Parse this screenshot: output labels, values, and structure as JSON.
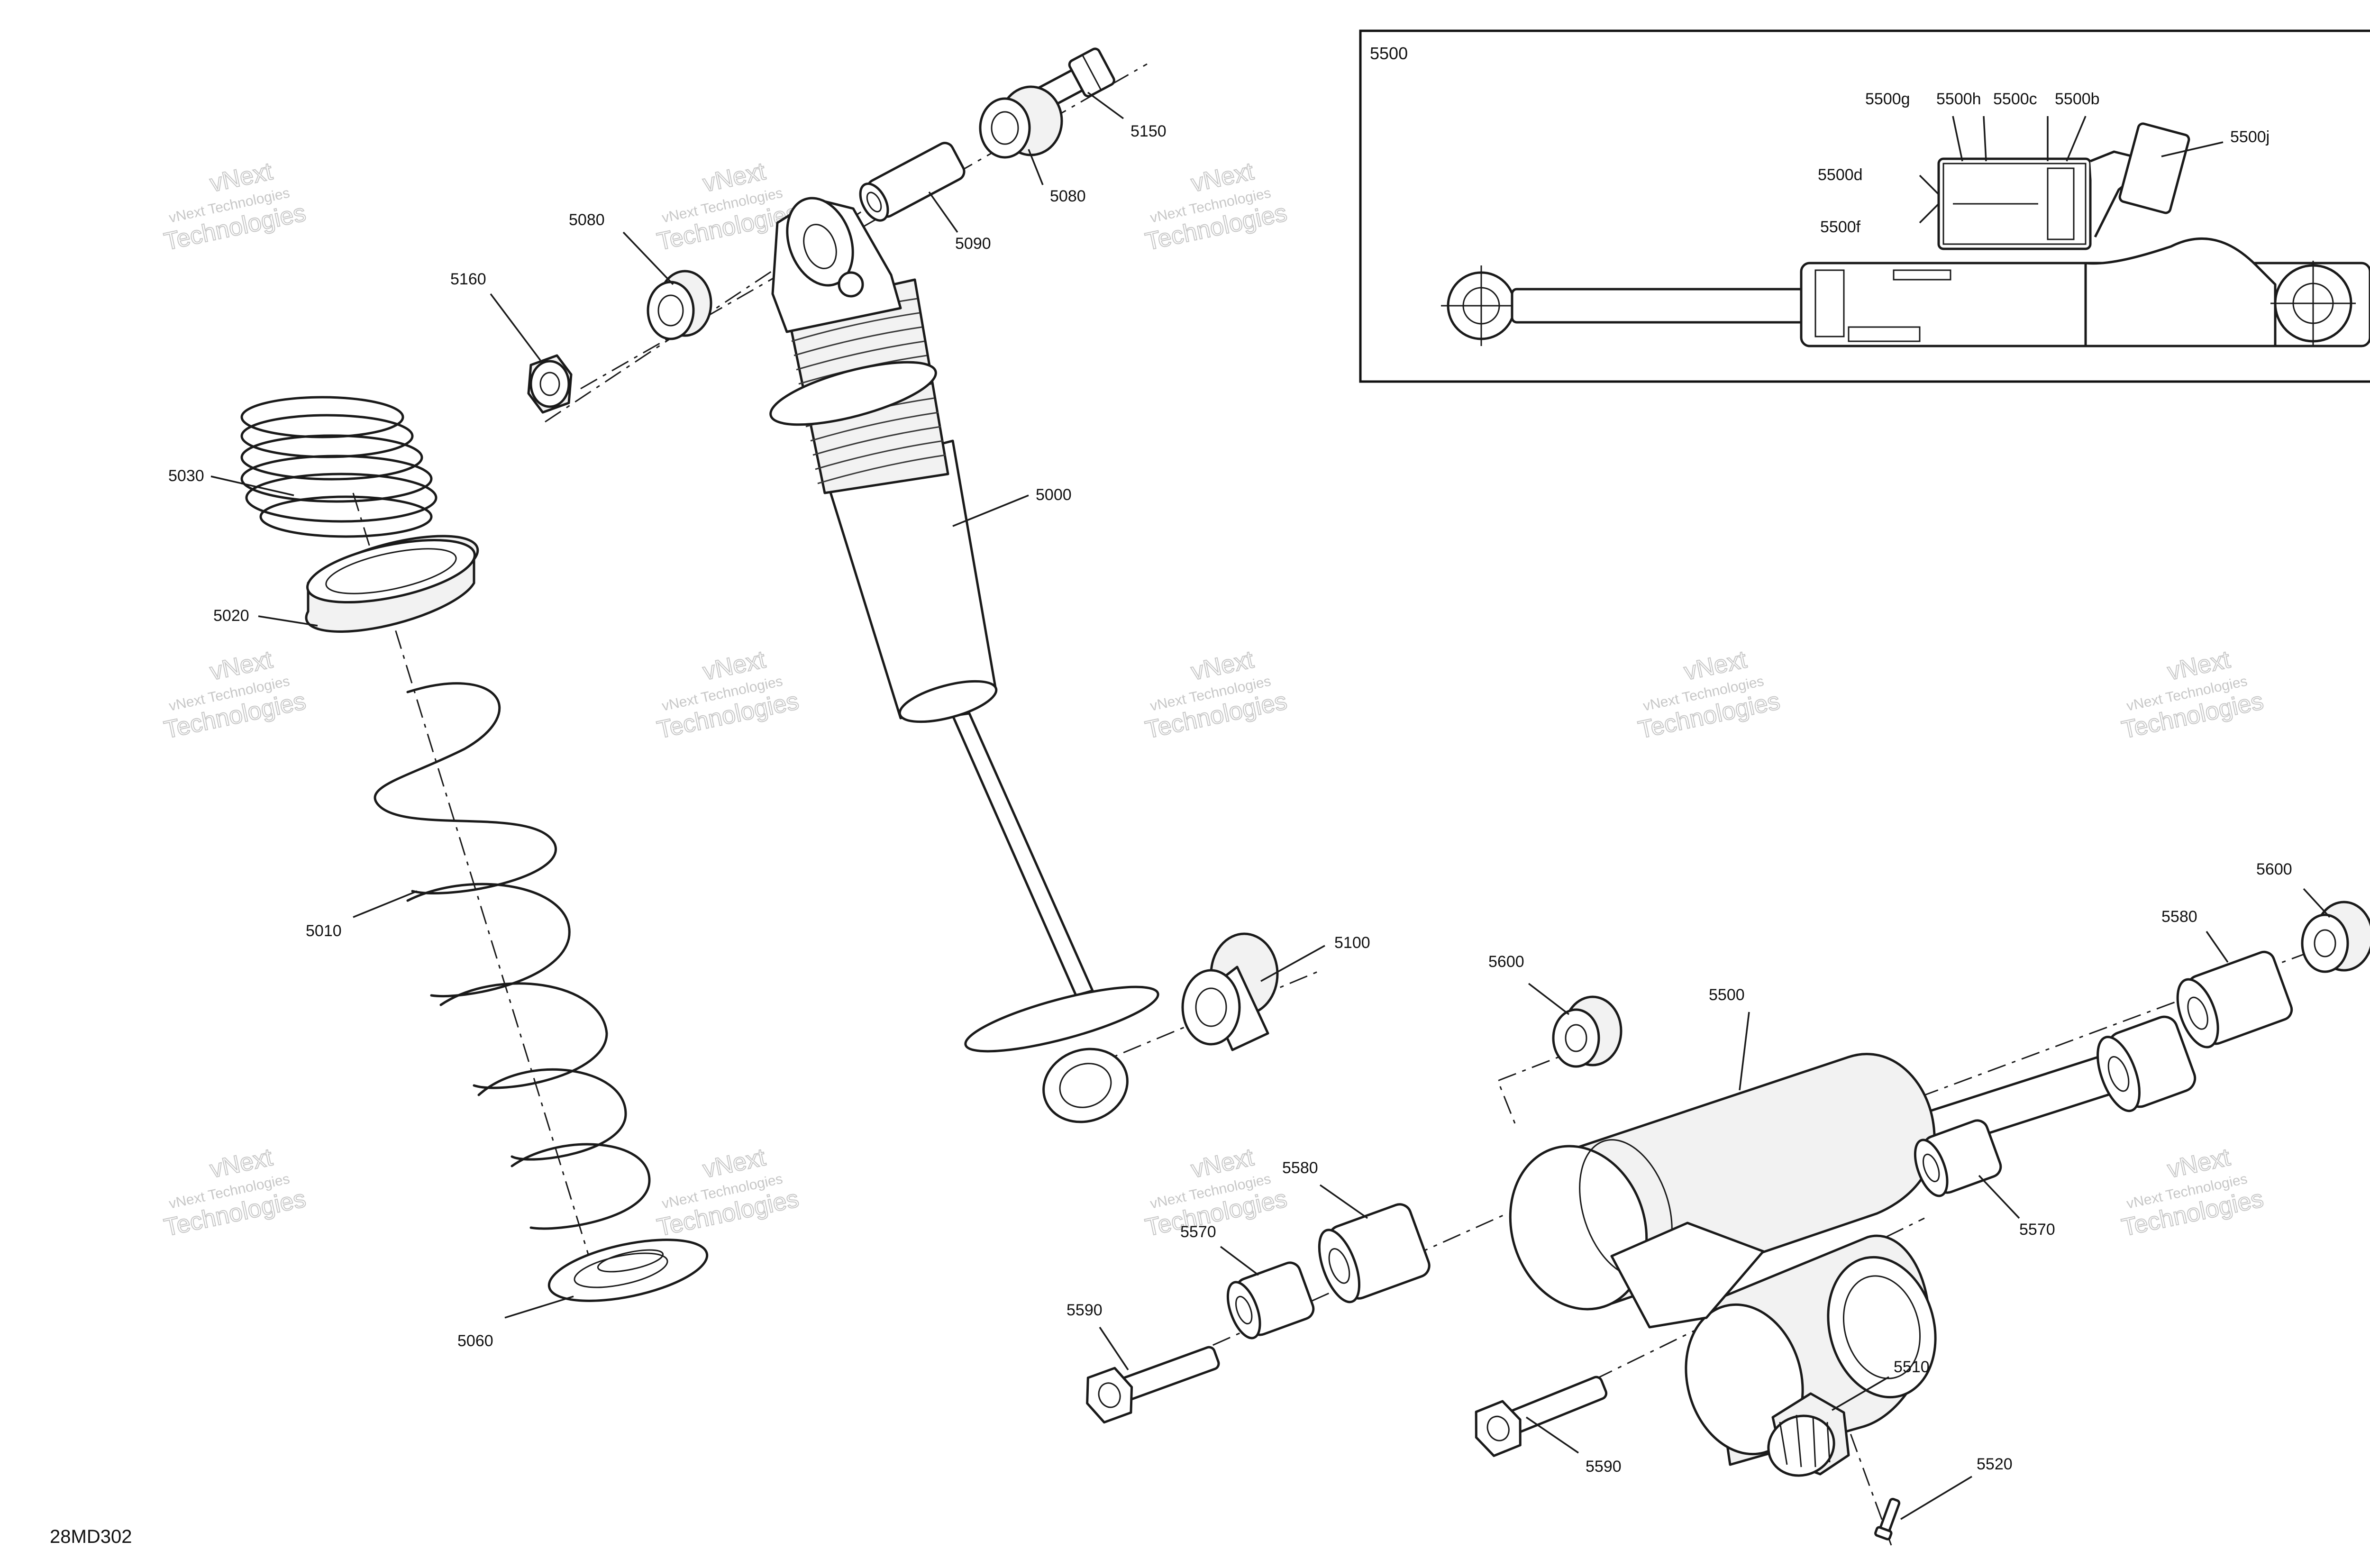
{
  "figure_id": "28MD302",
  "watermark": {
    "line1": "vNext",
    "line2": "vNext Technologies",
    "line3": "Technologies"
  },
  "inset": {
    "title": "5500",
    "callouts": [
      {
        "id": "inset-5500g",
        "text": "5500g"
      },
      {
        "id": "inset-5500h",
        "text": "5500h"
      },
      {
        "id": "inset-5500c",
        "text": "5500c"
      },
      {
        "id": "inset-5500b",
        "text": "5500b"
      },
      {
        "id": "inset-5500j",
        "text": "5500j"
      },
      {
        "id": "inset-5500d",
        "text": "5500d"
      },
      {
        "id": "inset-5500f",
        "text": "5500f"
      }
    ]
  },
  "callouts": [
    {
      "id": "c5150",
      "text": "5150"
    },
    {
      "id": "c5080a",
      "text": "5080"
    },
    {
      "id": "c5090",
      "text": "5090"
    },
    {
      "id": "c5080b",
      "text": "5080"
    },
    {
      "id": "c5160",
      "text": "5160"
    },
    {
      "id": "c5000",
      "text": "5000"
    },
    {
      "id": "c5030",
      "text": "5030"
    },
    {
      "id": "c5020",
      "text": "5020"
    },
    {
      "id": "c5010",
      "text": "5010"
    },
    {
      "id": "c5060",
      "text": "5060"
    },
    {
      "id": "c5100",
      "text": "5100"
    },
    {
      "id": "c5600a",
      "text": "5600"
    },
    {
      "id": "c5500",
      "text": "5500"
    },
    {
      "id": "c5600b",
      "text": "5600"
    },
    {
      "id": "c5580a",
      "text": "5580"
    },
    {
      "id": "c5580b",
      "text": "5580"
    },
    {
      "id": "c5570a",
      "text": "5570"
    },
    {
      "id": "c5570b",
      "text": "5570"
    },
    {
      "id": "c5590a",
      "text": "5590"
    },
    {
      "id": "c5590b",
      "text": "5590"
    },
    {
      "id": "c5510",
      "text": "5510"
    },
    {
      "id": "c5520",
      "text": "5520"
    }
  ]
}
